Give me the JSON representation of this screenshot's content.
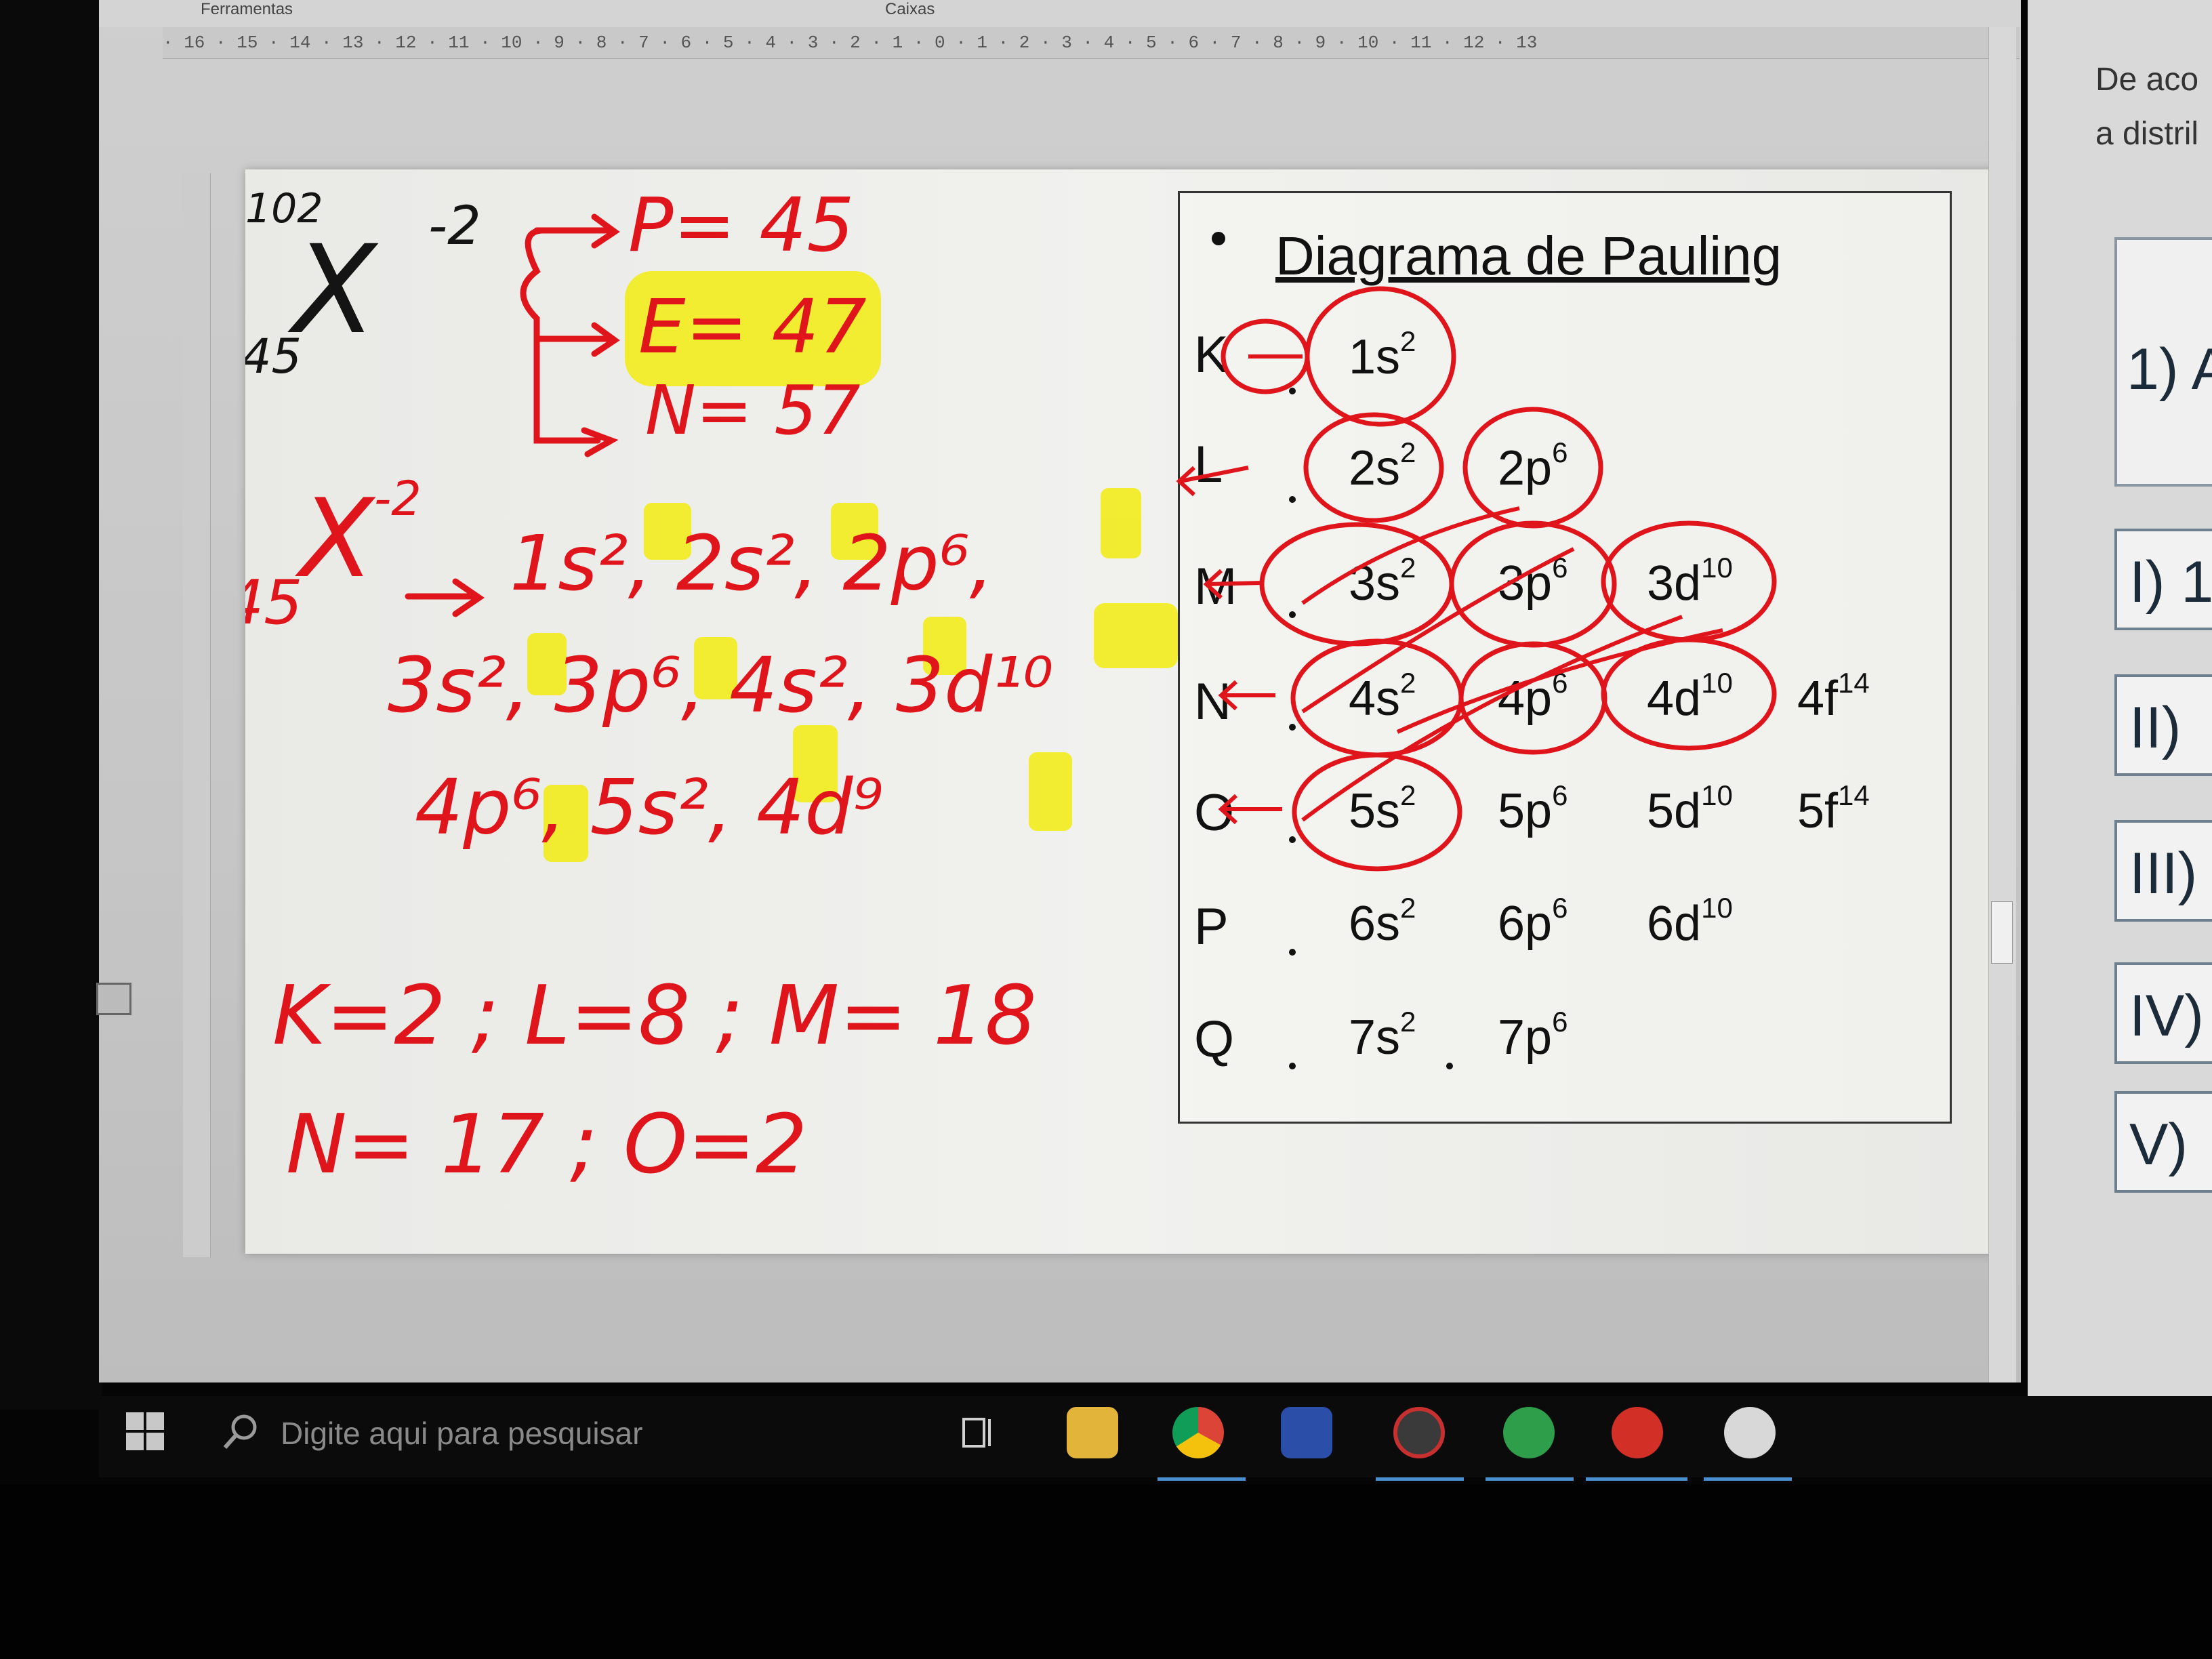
{
  "app": {
    "ribbon_labels": [
      "Ferramentas",
      "Caixas"
    ],
    "ruler_text": "· 16 · 15 · 14 · 13 · 12 · 11 · 10 · 9 · 8 · 7 · 6 · 5 · 4 · 3 · 2 · 1 · 0 · 1 · 2 · 3 · 4 · 5 · 6 · 7 · 8 · 9 · 10 · 11 · 12 · 13"
  },
  "handwriting": {
    "mass_number": "102",
    "atomic_number": "45",
    "symbol": "X",
    "charge": "-2",
    "protons": "P= 45",
    "electrons": "E= 47",
    "neutrons": "N= 57",
    "config_symbol": "X",
    "config_z": "45",
    "config_charge": "-2",
    "config_line1": "1s², 2s², 2p⁶,",
    "config_line2": "3s², 3p⁶, 4s², 3d¹⁰",
    "config_line3": "4p⁶, 5s², 4d⁹",
    "shells_line1": "K=2 ; L=8 ; M= 18",
    "shells_line2": "N= 17 ; O=2"
  },
  "pauling": {
    "title": "Diagrama de Pauling",
    "shells": [
      "K",
      "L",
      "M",
      "N",
      "O",
      "P",
      "Q"
    ],
    "rows": [
      {
        "sub": [
          "1s",
          "2"
        ]
      },
      {
        "sub": [
          "2s",
          "2",
          "2p",
          "6"
        ]
      },
      {
        "sub": [
          "3s",
          "2",
          "3p",
          "6",
          "3d",
          "10"
        ]
      },
      {
        "sub": [
          "4s",
          "2",
          "4p",
          "6",
          "4d",
          "10",
          "4f",
          "14"
        ]
      },
      {
        "sub": [
          "5s",
          "2",
          "5p",
          "6",
          "5d",
          "10",
          "5f",
          "14"
        ]
      },
      {
        "sub": [
          "6s",
          "2",
          "6p",
          "6",
          "6d",
          "10"
        ]
      },
      {
        "sub": [
          "7s",
          "2",
          "7p",
          "6"
        ]
      }
    ]
  },
  "right_panel": {
    "question_line1": "De aco",
    "question_line2": "a distril",
    "options": [
      "1) A",
      "I) 1",
      "II)",
      "III)",
      "IV)",
      "V)"
    ]
  },
  "taskbar": {
    "search_placeholder": "Digite aqui para pesquisar"
  },
  "colors": {
    "ink_red": "#e0141b",
    "highlight_yellow": "#f2ec1c",
    "taskbar": "#0b0b0b"
  }
}
